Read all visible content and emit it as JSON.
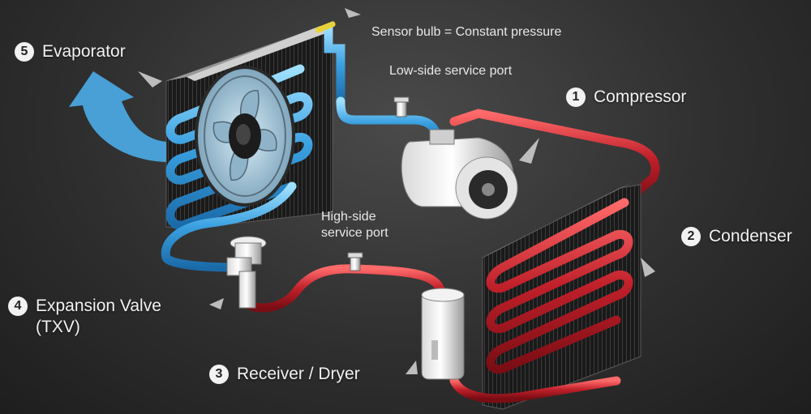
{
  "labels": {
    "evaporator": {
      "num": "5",
      "text": "Evaporator"
    },
    "compressor": {
      "num": "1",
      "text": "Compressor"
    },
    "condenser": {
      "num": "2",
      "text": "Condenser"
    },
    "receiver": {
      "num": "3",
      "text": "Receiver / Dryer"
    },
    "expansion": {
      "num": "4",
      "text_line1": "Expansion Valve",
      "text_line2": "(TXV)"
    }
  },
  "annotations": {
    "sensor_bulb": "Sensor bulb = Constant pressure",
    "low_side": "Low-side service port",
    "high_side_line1": "High-side",
    "high_side_line2": "service port"
  },
  "colors": {
    "cold_line": "#3aa0e0",
    "hot_line": "#c0202a",
    "airflow_arrow": "#4aa6df",
    "sensor_bulb": "#e8d23a"
  }
}
